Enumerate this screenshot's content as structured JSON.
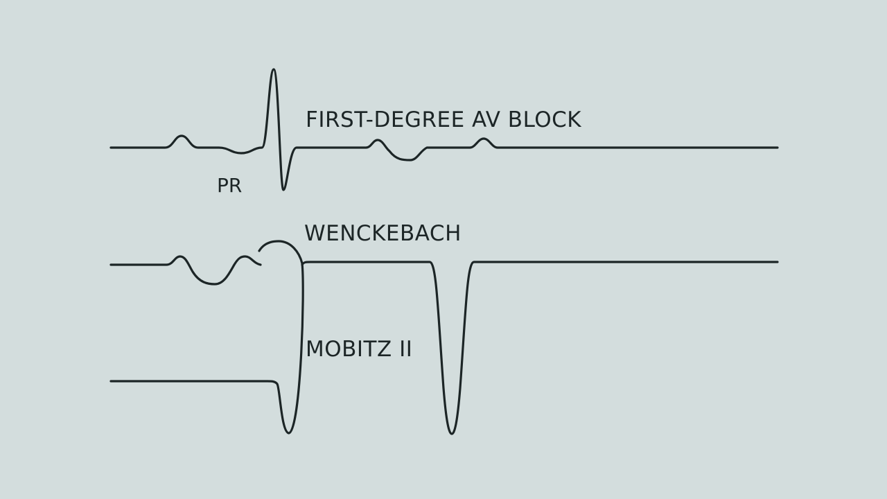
{
  "labels": {
    "first_degree": "FIRST-DEGREE AV BLOCK",
    "pr": "PR",
    "wenckebach": "WENCKEBACH",
    "mobitz": "MOBITZ II"
  },
  "colors": {
    "background": "#d3dddd",
    "trace": "#1c2526",
    "text": "#1c2526"
  }
}
